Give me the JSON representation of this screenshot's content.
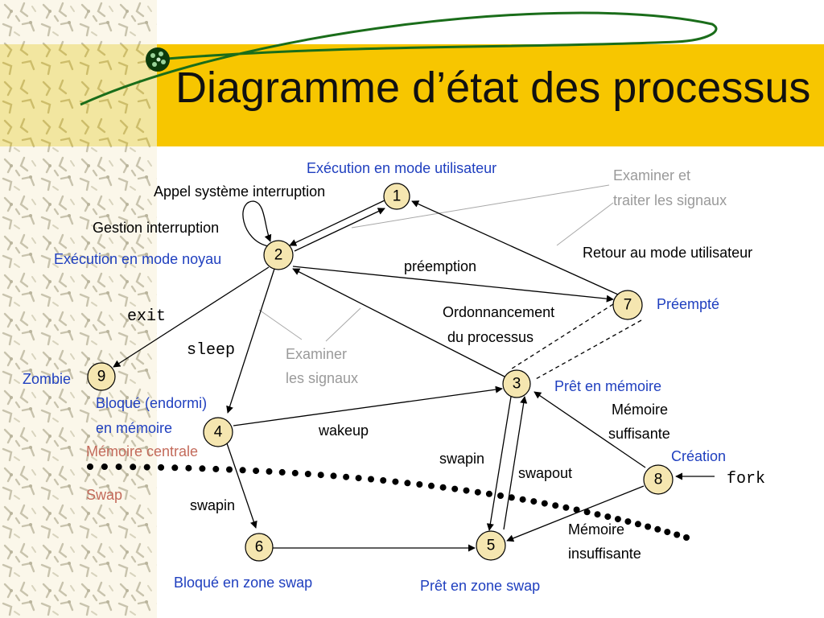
{
  "title": "Diagramme d’état des processus",
  "colors": {
    "accent": "#f7c600",
    "state_blue": "#1f3fbf",
    "note_gray": "#9a9a9a",
    "memory_red": "#c36a5a",
    "node_fill": "#f5e6b0"
  },
  "states": {
    "s1": {
      "num": "1",
      "label": "Exécution en mode utilisateur"
    },
    "s2": {
      "num": "2",
      "label": "Exécution en mode noyau"
    },
    "s3": {
      "num": "3",
      "label": "Prêt en mémoire"
    },
    "s4": {
      "num": "4",
      "label_line1": "Bloqué (endormi)",
      "label_line2": "en mémoire"
    },
    "s5": {
      "num": "5",
      "label": "Prêt en zone swap"
    },
    "s6": {
      "num": "6",
      "label": "Bloqué en zone swap"
    },
    "s7": {
      "num": "7",
      "label": "Préempté"
    },
    "s8": {
      "num": "8",
      "label": "Création"
    },
    "s9": {
      "num": "9",
      "label": "Zombie"
    }
  },
  "transitions": {
    "syscall": "Appel système interruption",
    "interrupt": "Gestion interruption",
    "preemption": "préemption",
    "exit": "exit",
    "sleep": "sleep",
    "wakeup": "wakeup",
    "swapin_ready": "swapin",
    "swapout": "swapout",
    "swapin_blocked": "swapin",
    "return_user": "Retour au mode utilisateur",
    "schedule_line1": "Ordonnancement",
    "schedule_line2": "du processus",
    "mem_ok_line1": "Mémoire",
    "mem_ok_line2": "suffisante",
    "mem_low_line1": "Mémoire",
    "mem_low_line2": "insuffisante",
    "fork": "fork"
  },
  "notes": {
    "signals_handle_line1": "Examiner et",
    "signals_handle_line2": "traiter les signaux",
    "signals_check_line1": "Examiner",
    "signals_check_line2": "les signaux"
  },
  "zones": {
    "memory": "Mémoire centrale",
    "swap": "Swap"
  }
}
